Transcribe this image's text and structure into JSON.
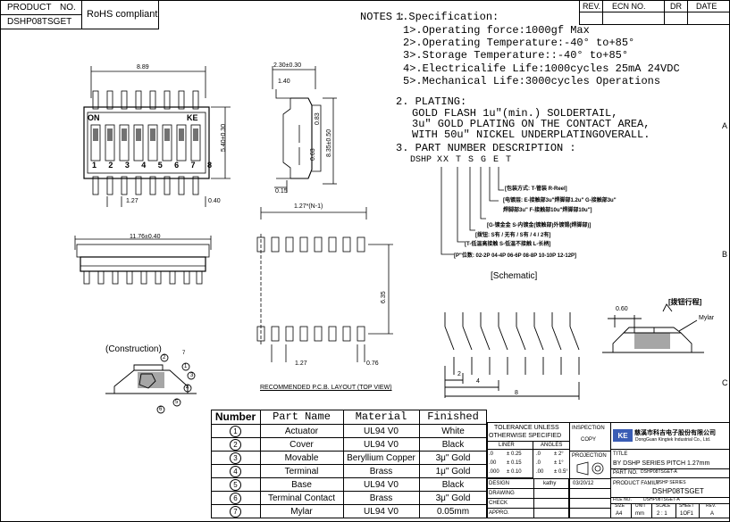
{
  "header": {
    "product_label": "PRODUCT",
    "no_label": "NO.",
    "part_number": "DSHP08TSGET",
    "compliance": "RoHS compliant"
  },
  "revision_block": {
    "rev_label": "REV.",
    "ecn_label": "ECN NO.",
    "dr_label": "DR",
    "date_label": "DATE"
  },
  "zone_letters": [
    "A",
    "B",
    "C"
  ],
  "notes": {
    "title": "NOTES :",
    "spec_title": "1.Specification:",
    "specs": [
      "1>.Operating force:1000gf Max",
      "2>.Operating Temperature:-40° to+85°",
      "3>.Storage Temperature::-40° to+85°",
      "4>.Electricalife Life:1000cycles 25mA 24VDC",
      "5>.Mechanical Life:3000cycles Operations"
    ],
    "plating_title": "2. PLATING:",
    "plating_lines": [
      "GOLD FLASH 1u\"(min.) SOLDERTAIL,",
      "3u\" GOLD PLATING ON THE CONTACT AREA,",
      "WITH 50u\" NICKEL UNDERPLATINGOVERALL."
    ],
    "pn_title": "3. PART NUMBER DESCRIPTION :",
    "pn_prefix": "DSHP",
    "pn_code": "XX T S G E T",
    "pn_desc": [
      "[包装方式: T-管装 R-Reel]",
      "[电镀层: E-接触部3u\"焊脚部1.2u\" G-接触部3u\"",
      "焊脚部3u\" F-接触部10u\"焊脚部10u\"]",
      "[G-镀金金 S-内镀金(镀触部)外镀锡(焊脚部)]",
      "[拨钮: S有 / 无有 / S有 / 4 / 2有]",
      "[T-低温高接触 S-低温不接触 L-长柄]",
      "[P\"位数: 02-2P 04-4P 06-6P 08-8P 10-10P 12-12P]"
    ]
  },
  "drawing": {
    "top_width": "8.89",
    "side_height": "5.40±0.30",
    "on_label": "ON",
    "ke_label": "KE",
    "switch_numbers": [
      "1",
      "2",
      "3",
      "4",
      "5",
      "6",
      "7",
      "8"
    ],
    "pitch_127": "1.27",
    "lead_040": "0.40",
    "side_top": "2.30±0.30",
    "side_140": "1.40",
    "side_083": "0.83",
    "side_063": "0.63",
    "side_835": "8.35±0.50",
    "side_015": "0.15",
    "front_width": "11.76±0.40",
    "pcb_pitch_n": "1.27*(N-1)",
    "pcb_635": "6.35",
    "pcb_127": "1.27",
    "pcb_076": "0.76",
    "pcb_caption": "RECOMMENDED P.C.B. LAYOUT (TOP VIEW)",
    "construction_label": "(Construction)",
    "construction_nums": [
      "1",
      "2",
      "3",
      "4",
      "5",
      "6",
      "7"
    ],
    "schematic_label": "[Schematic]",
    "sch_2": "2",
    "sch_4": "4",
    "sch_8": "8",
    "detail_label": "[拨钮行程]",
    "detail_060": "0.60",
    "detail_mylar": "Mylar"
  },
  "bom": {
    "headers": [
      "Number",
      "Part Name",
      "Material",
      "Finished"
    ],
    "rows": [
      {
        "num": "1",
        "part": "Actuator",
        "material": "UL94 V0",
        "finish": "White"
      },
      {
        "num": "2",
        "part": "Cover",
        "material": "UL94 V0",
        "finish": "Black"
      },
      {
        "num": "3",
        "part": "Movable",
        "material": "Beryllium Copper",
        "finish": "3μ\" Gold"
      },
      {
        "num": "4",
        "part": "Terminal",
        "material": "Brass",
        "finish": "1μ\" Gold"
      },
      {
        "num": "5",
        "part": "Base",
        "material": "UL94 V0",
        "finish": "Black"
      },
      {
        "num": "6",
        "part": "Terminal Contact",
        "material": "Brass",
        "finish": "3μ\" Gold"
      },
      {
        "num": "7",
        "part": "Mylar",
        "material": "UL94 V0",
        "finish": "0.05mm"
      }
    ]
  },
  "title_block": {
    "tolerance": "TOLERANCE UNLESS",
    "otherwise": "OTHERWISE SPECIFIED",
    "liner": "LINER",
    "angles": "ANGLES",
    "tol_rows": [
      [
        ".0",
        "± 0.25",
        ".0",
        "± 2°"
      ],
      [
        ".00",
        "± 0.15",
        ".0",
        "± 1°"
      ],
      [
        ".000",
        "± 0.10",
        ".00",
        "± 0.5°"
      ]
    ],
    "design_label": "DESIGN",
    "design_name": "kathy",
    "design_date": "03/20/12",
    "drawing_label": "DRAWING",
    "check_label": "CHECK",
    "approval_label": "APPRO.",
    "inspection_label": "INSPECTION",
    "copy_label": "COPY",
    "projection_label": "PROJECTION",
    "company_cn": "慈溪市科吉电子股份有限公司",
    "company_en": "DongGuan Kingtek Industrial Co., Ltd.",
    "title_label": "TITLE",
    "title_text": "BY DSHP SERIES PITCH 1.27mm",
    "part_no_label": "PART NO.",
    "part_no_value": "DSHP08TSGET-A",
    "product_family_label": "PRODUCT FAMILY",
    "product_family_value": "DSHP SERIES",
    "big_part": "DSHP08TSGET",
    "file_label": "FILE NO.",
    "file_value": "DSHP08TSGET-A",
    "size_label": "SIZE",
    "unit_label": "UNIT",
    "scale_label": "SCALE",
    "sheet_label": "SHEET",
    "rev_label": "REV.",
    "size_value": "A4",
    "unit_value": "mm",
    "scale_value": "2 : 1",
    "sheet_value": "1OF1",
    "rev_value": "A"
  }
}
